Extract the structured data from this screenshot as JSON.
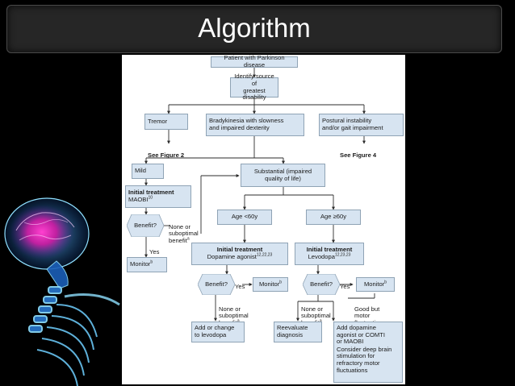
{
  "slide": {
    "title": "Algorithm"
  },
  "nodes": {
    "patient": "Patient with Parkinson disease",
    "identify": "Identify source of\ngreatest disability",
    "tremor": "Tremor",
    "brady": "Bradykinesia with slowness\nand impaired dexterity",
    "postural": "Postural instability\nand/or gait impairment",
    "see_fig2": "See Figure 2",
    "see_fig4": "See Figure 4",
    "mild": "Mild",
    "substantial": "Substantial (impaired\nquality of life)",
    "init_mild_head": "Initial treatment",
    "init_mild_drug": "MAOBI",
    "init_mild_sup": "10",
    "benefit_1": "Benefit?",
    "none_1": "None or\nsuboptimal\nbenefit",
    "none_1_sup": "a",
    "yes_1": "Yes",
    "monitor_1": "Monitor",
    "monitor_1_sup": "b",
    "age_young": "Age <60y",
    "age_old": "Age ≥60y",
    "init_young_head": "Initial treatment",
    "init_young_drug": "Dopamine agonist",
    "init_young_sup": "12,22,23",
    "init_old_head": "Initial treatment",
    "init_old_drug": "Levodopa",
    "init_old_sup": "12,23,23",
    "benefit_2": "Benefit?",
    "yes_2": "Yes",
    "monitor_2": "Monitor",
    "monitor_2_sup": "b",
    "benefit_3": "Benefit?",
    "yes_3": "Yes",
    "monitor_3": "Monitor",
    "monitor_3_sup": "b",
    "none_2": "None or\nsuboptimal\nbenefit",
    "none_2_sup": "a",
    "none_3": "None or\nsuboptimal\nbenefit",
    "none_3_sup": "a",
    "good_motor": "Good but\nmotor\nfluctuations",
    "add_levodopa": "Add or change\nto levodopa",
    "reevaluate": "Reevaluate\ndiagnosis",
    "add_agonist": "Add dopamine\nagonist or COMTI\nor MAOBI",
    "consider_dbs": "Consider deep brain\nstimulation for\nrefractory motor\nfluctuations"
  },
  "colors": {
    "box_fill": "#d7e4f1",
    "box_border": "#8fa3b5",
    "line": "#2b2b2b",
    "slide_bg": "#000000",
    "title_bar": "#262626"
  }
}
